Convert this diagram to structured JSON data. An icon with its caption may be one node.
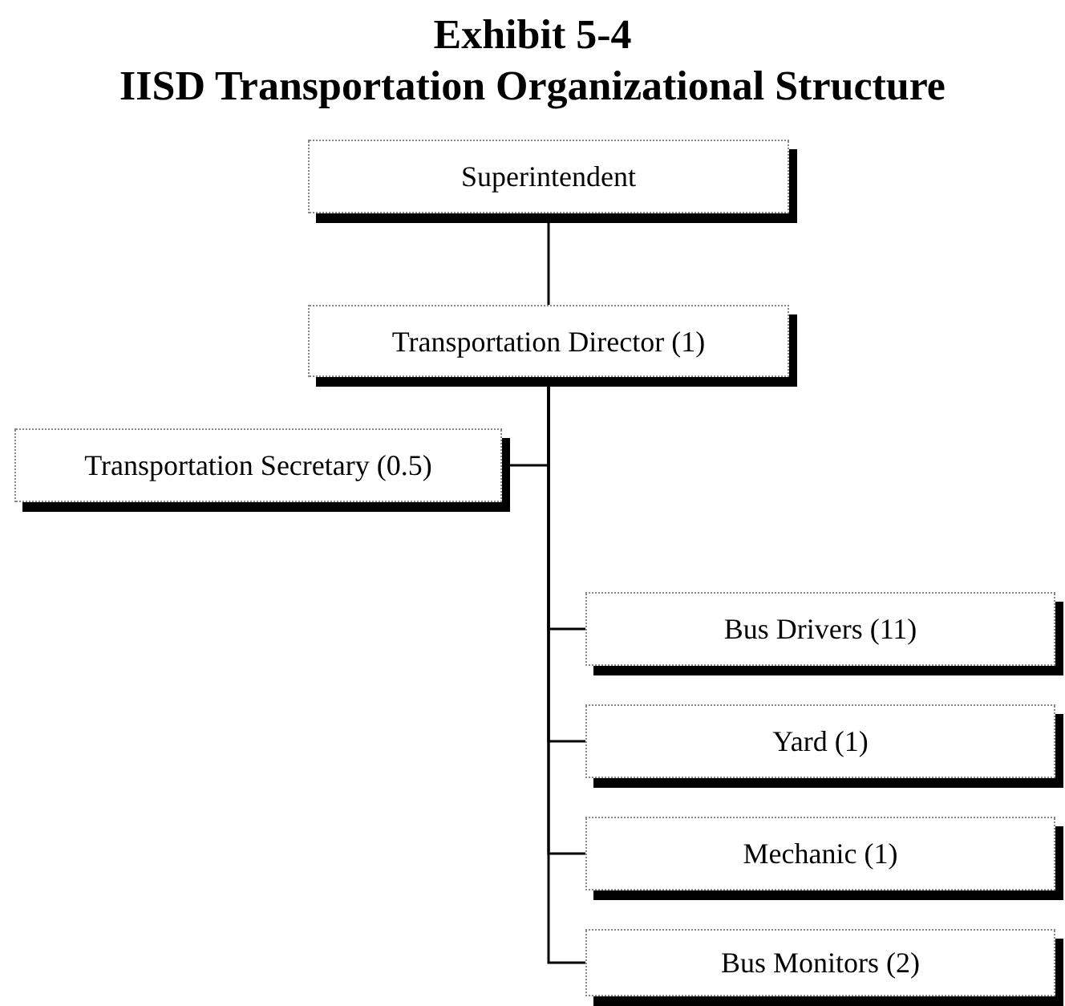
{
  "diagram": {
    "title": "Exhibit 5-4",
    "labels": [
      "IISD Transportation Organizational Structure"
    ],
    "nodes": [
      {
        "text": [
          "Superintendent"
        ]
      },
      {
        "text": [
          "Transportation Director (1)"
        ]
      },
      {
        "text": [
          "Transportation Secretary (0.5)"
        ]
      },
      {
        "text": [
          "Bus Drivers (11)"
        ]
      },
      {
        "text": [
          "Yard (1)"
        ]
      },
      {
        "text": [
          "Mechanic (1)"
        ]
      },
      {
        "text": [
          "Bus Monitors (2)"
        ]
      }
    ],
    "edges": [
      {
        "from": 0,
        "to": 1,
        "arrow": "none"
      },
      {
        "from": 1,
        "to": 2,
        "arrow": "none"
      },
      {
        "from": 1,
        "to": 3,
        "arrow": "none"
      },
      {
        "from": 1,
        "to": 4,
        "arrow": "none"
      },
      {
        "from": 1,
        "to": 5,
        "arrow": "none"
      },
      {
        "from": 1,
        "to": 6,
        "arrow": "none"
      }
    ]
  }
}
